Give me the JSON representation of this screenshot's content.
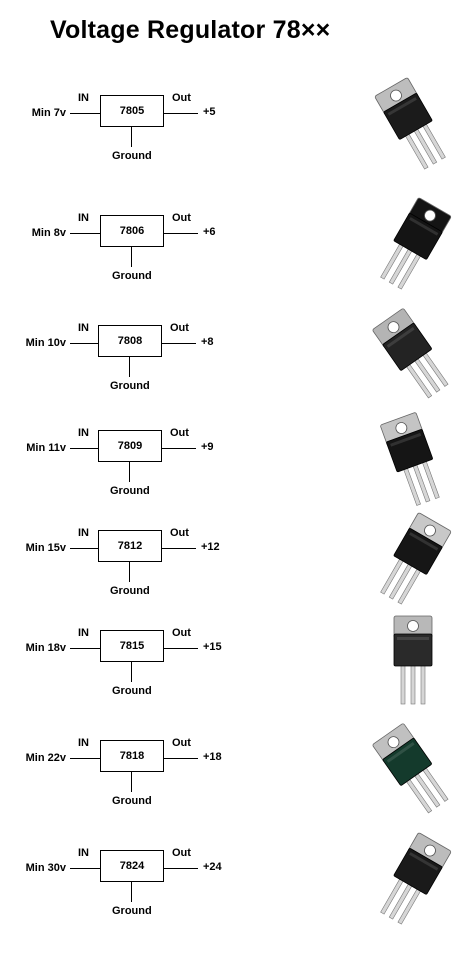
{
  "title": "Voltage Regulator 78××",
  "labels": {
    "in": "IN",
    "out": "Out",
    "ground": "Ground"
  },
  "regulators": [
    {
      "part": "7805",
      "min_input": "Min 7v",
      "output": "+5",
      "package_color": "#1b1b1b",
      "tab_color": "#bdbdbd"
    },
    {
      "part": "7806",
      "min_input": "Min 8v",
      "output": "+6",
      "package_color": "#141414",
      "tab_color": "#141414"
    },
    {
      "part": "7808",
      "min_input": "Min 10v",
      "output": "+8",
      "package_color": "#232323",
      "tab_color": "#b4b4b4"
    },
    {
      "part": "7809",
      "min_input": "Min 11v",
      "output": "+9",
      "package_color": "#151515",
      "tab_color": "#c4c4c4"
    },
    {
      "part": "7812",
      "min_input": "Min 15v",
      "output": "+12",
      "package_color": "#161616",
      "tab_color": "#c8c8c8"
    },
    {
      "part": "7815",
      "min_input": "Min 18v",
      "output": "+15",
      "package_color": "#2a2a2a",
      "tab_color": "#b8b8b8"
    },
    {
      "part": "7818",
      "min_input": "Min 22v",
      "output": "+18",
      "package_color": "#143a2c",
      "tab_color": "#c0c0c0"
    },
    {
      "part": "7824",
      "min_input": "Min 30v",
      "output": "+24",
      "package_color": "#1a1a1a",
      "tab_color": "#bcbcbc"
    }
  ]
}
